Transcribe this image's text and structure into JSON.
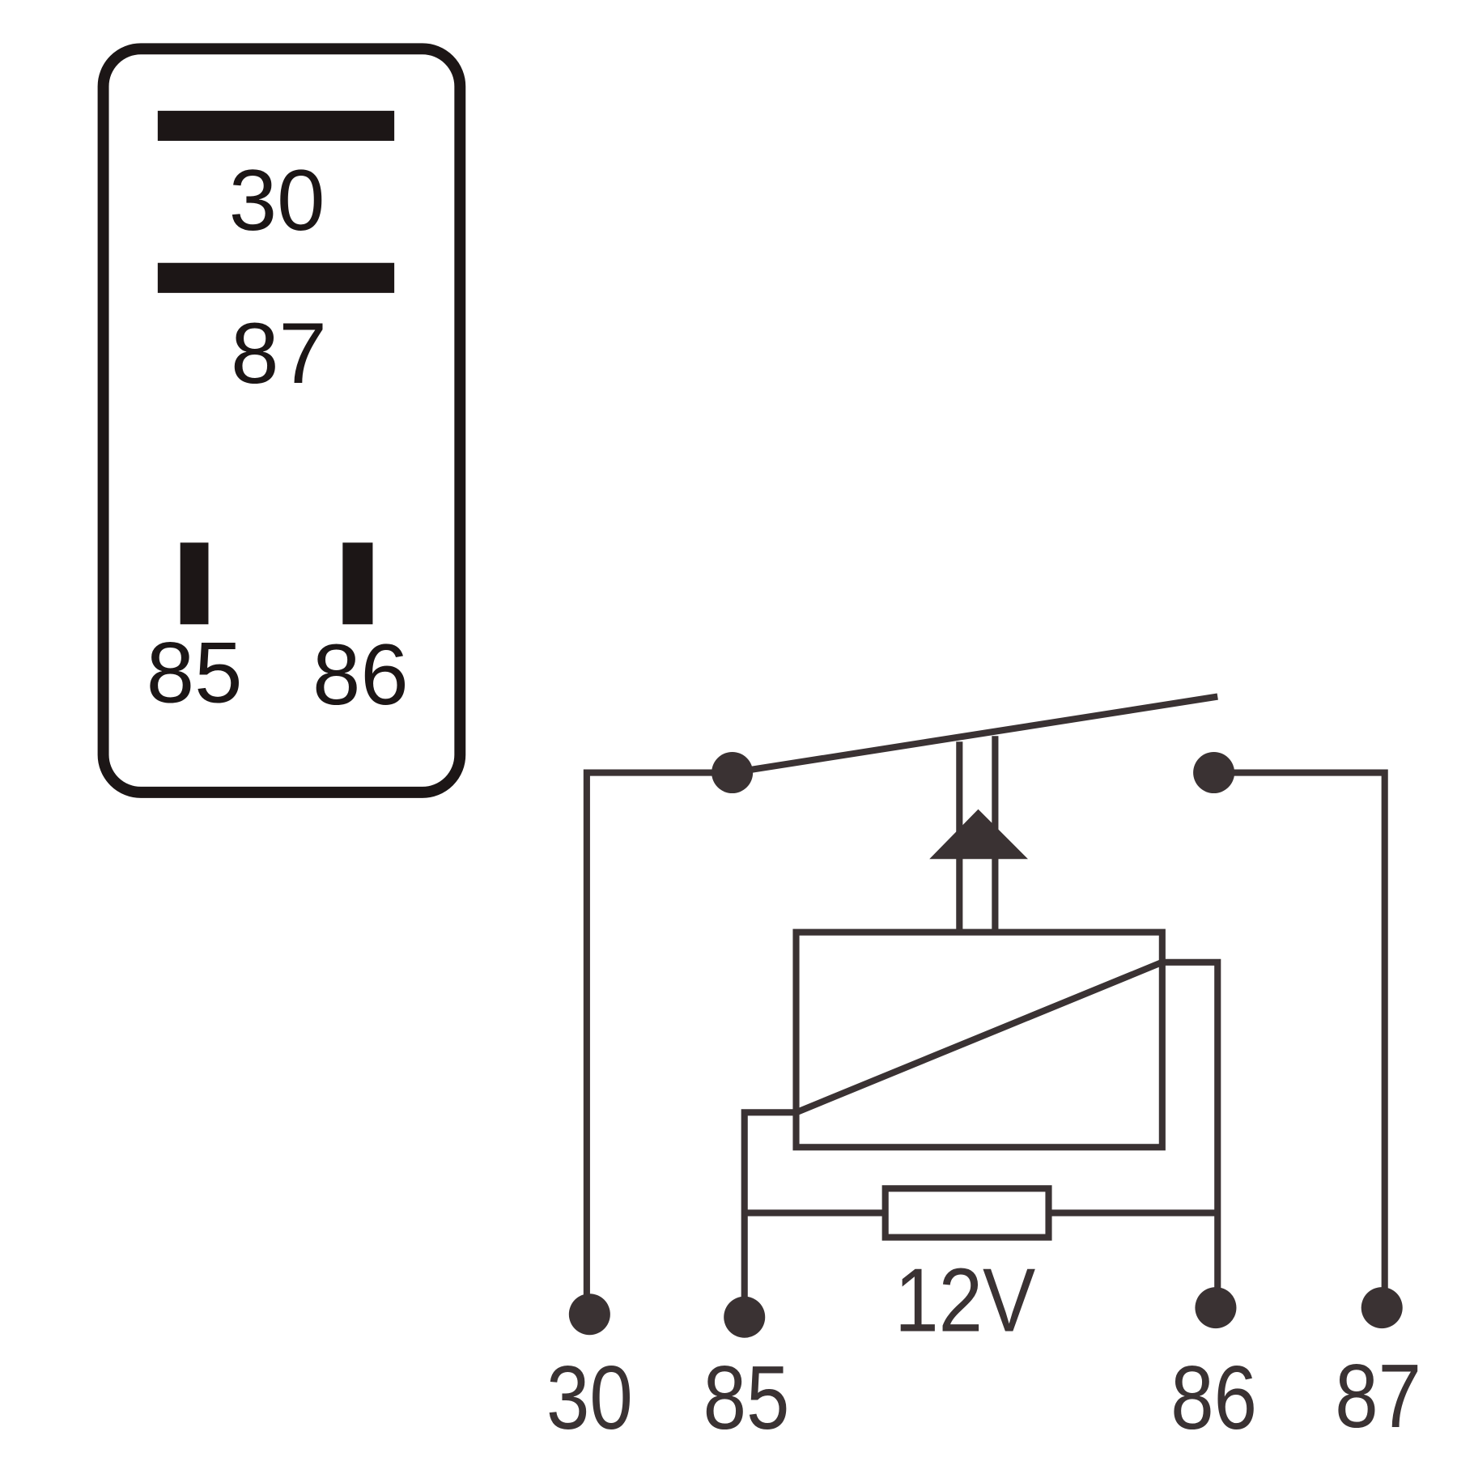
{
  "colors": {
    "ink": "#1c1616",
    "wire": "#3a3233",
    "background": "#ffffff"
  },
  "pinout": {
    "pins": [
      {
        "id": "30",
        "label": "30"
      },
      {
        "id": "87",
        "label": "87"
      },
      {
        "id": "85",
        "label": "85"
      },
      {
        "id": "86",
        "label": "86"
      }
    ]
  },
  "schematic": {
    "voltage_label": "12V",
    "terminals": [
      {
        "id": "30",
        "label": "30"
      },
      {
        "id": "85",
        "label": "85"
      },
      {
        "id": "86",
        "label": "86"
      },
      {
        "id": "87",
        "label": "87"
      }
    ]
  }
}
